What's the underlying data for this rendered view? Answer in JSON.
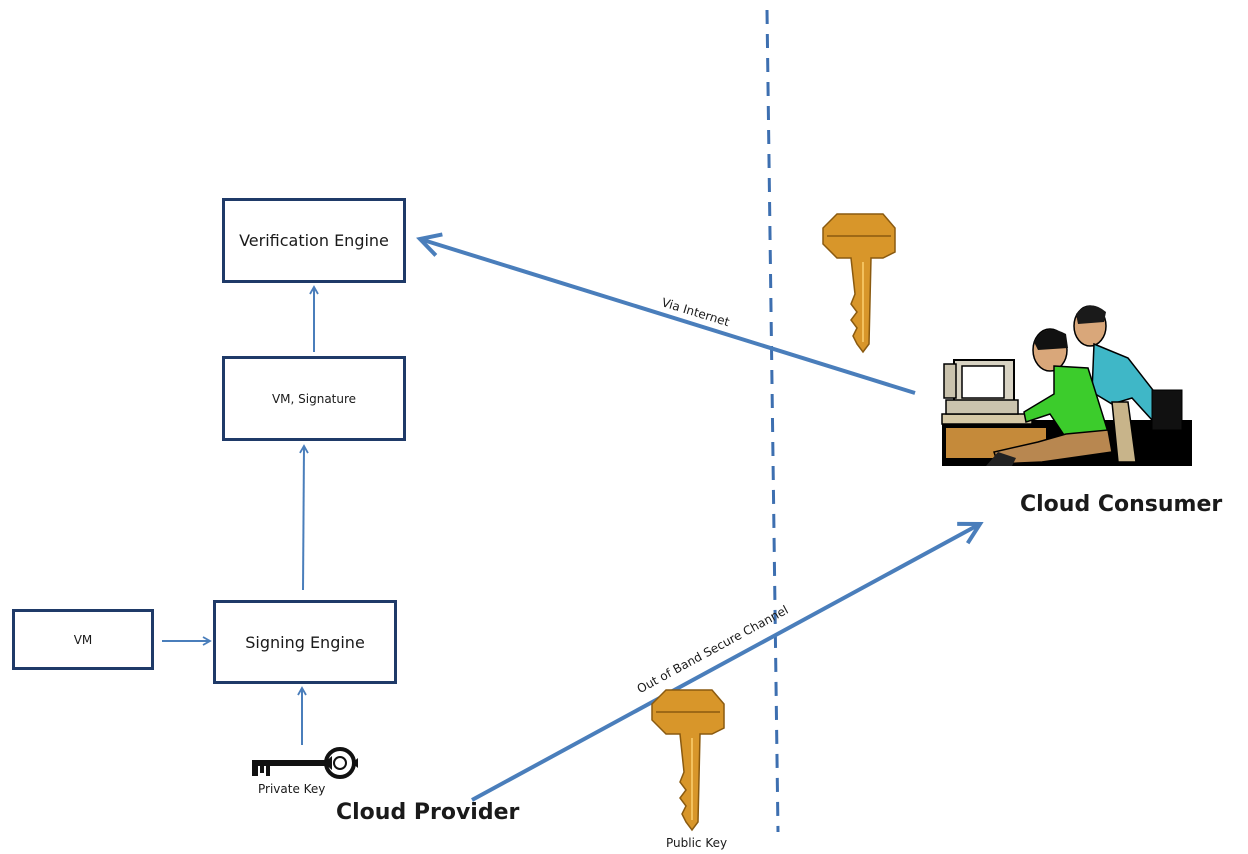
{
  "diagram": {
    "nodes": {
      "verification_engine": "Verification Engine",
      "vm_signature": "VM, Signature",
      "vm": "VM",
      "signing_engine": "Signing Engine"
    },
    "labels": {
      "private_key": "Private Key",
      "public_key": "Public Key",
      "cloud_provider": "Cloud Provider",
      "cloud_consumer": "Cloud Consumer",
      "via_internet": "Via Internet",
      "out_of_band": "Out of Band Secure Channel"
    },
    "icons": [
      "brass-key-icon",
      "skeleton-key-icon",
      "users-at-computer-icon"
    ],
    "colors": {
      "box_border": "#1f3a68",
      "arrow": "#4a7ebb",
      "divider": "#3d6fb0",
      "key_gold": "#d8962a"
    }
  }
}
